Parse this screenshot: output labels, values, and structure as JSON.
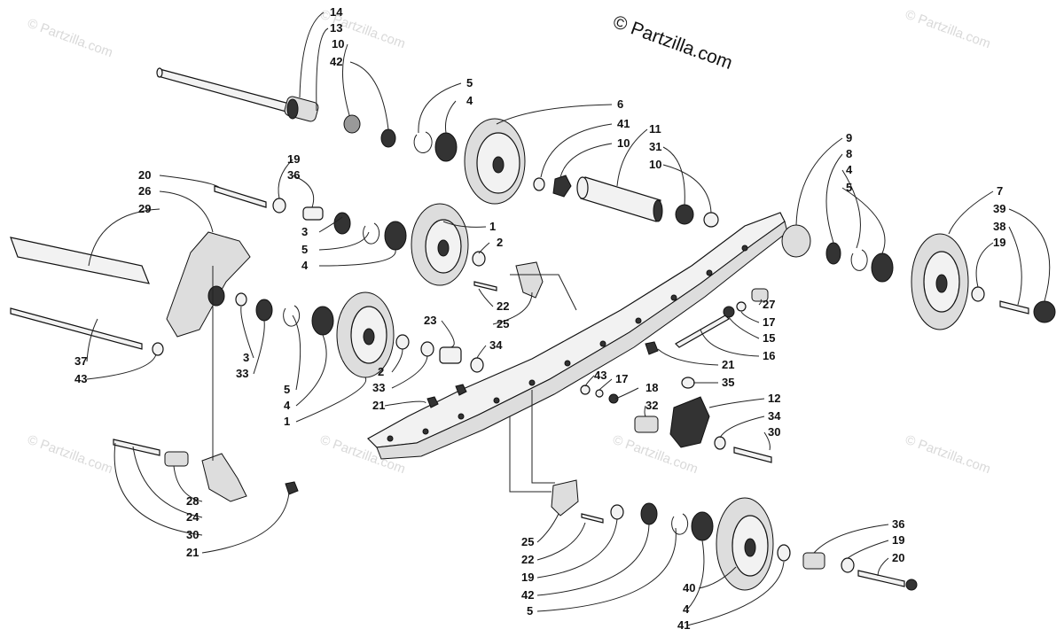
{
  "copyright": "© Partzilla.com",
  "watermark": "© Partzilla.com",
  "callouts": {
    "c_14": "14",
    "c_13": "13",
    "c_10a": "10",
    "c_42a": "42",
    "c_5a": "5",
    "c_4a": "4",
    "c_6": "6",
    "c_41a": "41",
    "c_10b": "10",
    "c_11": "11",
    "c_31": "31",
    "c_10c": "10",
    "c_9": "9",
    "c_8": "8",
    "c_4b": "4",
    "c_5b": "5",
    "c_7": "7",
    "c_39": "39",
    "c_38": "38",
    "c_19a": "19",
    "c_20a": "20",
    "c_26": "26",
    "c_29": "29",
    "c_19b": "19",
    "c_36a": "36",
    "c_1a": "1",
    "c_2a": "2",
    "c_3a": "3",
    "c_5c": "5",
    "c_4c": "4",
    "c_22a": "22",
    "c_25a": "25",
    "c_27": "27",
    "c_17a": "17",
    "c_15": "15",
    "c_16": "16",
    "c_3b": "3",
    "c_33a": "33",
    "c_5d": "5",
    "c_4d": "4",
    "c_1b": "1",
    "c_23": "23",
    "c_34a": "34",
    "c_2b": "2",
    "c_33b": "33",
    "c_21a": "21",
    "c_21b": "21",
    "c_35": "35",
    "c_43a": "43",
    "c_17b": "17",
    "c_18": "18",
    "c_12": "12",
    "c_34b": "34",
    "c_30a": "30",
    "c_32": "32",
    "c_37": "37",
    "c_43b": "43",
    "c_28": "28",
    "c_24": "24",
    "c_30b": "30",
    "c_21c": "21",
    "c_25b": "25",
    "c_22b": "22",
    "c_19c": "19",
    "c_42b": "42",
    "c_5e": "5",
    "c_40": "40",
    "c_4e": "4",
    "c_41b": "41",
    "c_36b": "36",
    "c_19d": "19",
    "c_20b": "20"
  }
}
